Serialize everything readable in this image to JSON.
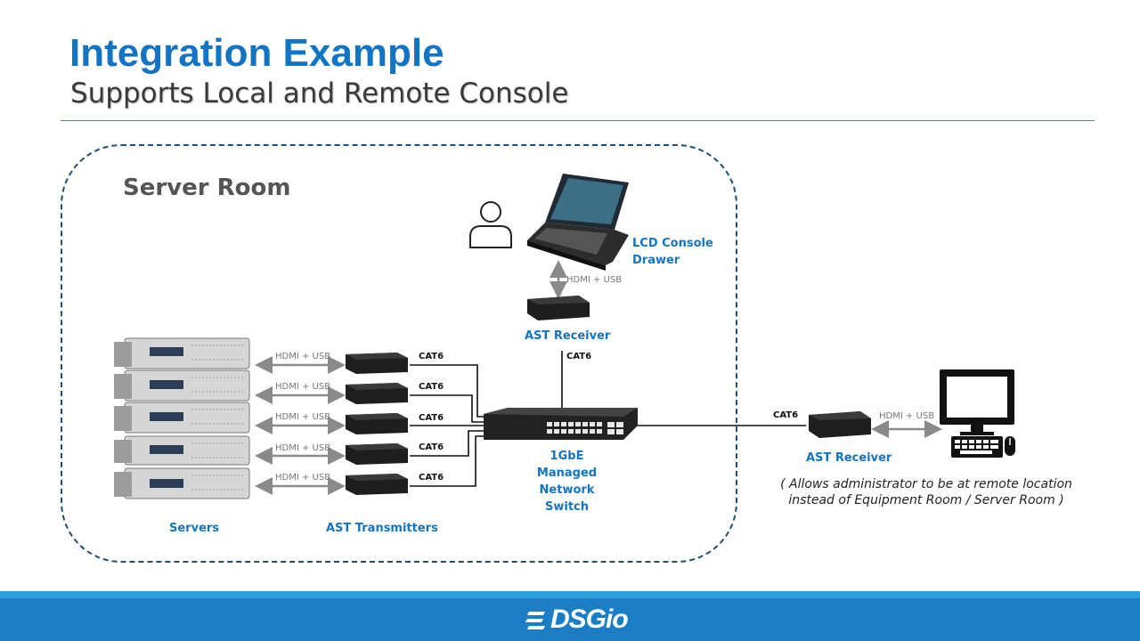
{
  "header": {
    "title": "Integration Example",
    "subtitle": "Supports Local and Remote Console"
  },
  "room": {
    "title": "Server Room"
  },
  "labels": {
    "servers": "Servers",
    "transmitters": "AST Transmitters",
    "switch_line1": "1GbE Managed",
    "switch_line2": "Network Switch",
    "receiver_local": "AST Receiver",
    "receiver_remote": "AST Receiver",
    "console_line1": "LCD Console",
    "console_line2": "Drawer"
  },
  "connections": {
    "hdmi_usb": "HDMI + USB",
    "cat6": "CAT6"
  },
  "note": {
    "line1": "( Allows administrator to be at remote location",
    "line2": "instead of Equipment Room / Server Room )"
  },
  "footer": {
    "logo": "DSGio"
  },
  "colors": {
    "accent": "#1474c4",
    "footer": "#1b7ec4",
    "footer_top": "#29a2dc",
    "room_border": "#214e6e"
  },
  "icons": [
    "person-icon",
    "lcd-console-icon",
    "server-icon",
    "transmitter-icon",
    "network-switch-icon",
    "receiver-icon",
    "computer-icon"
  ]
}
